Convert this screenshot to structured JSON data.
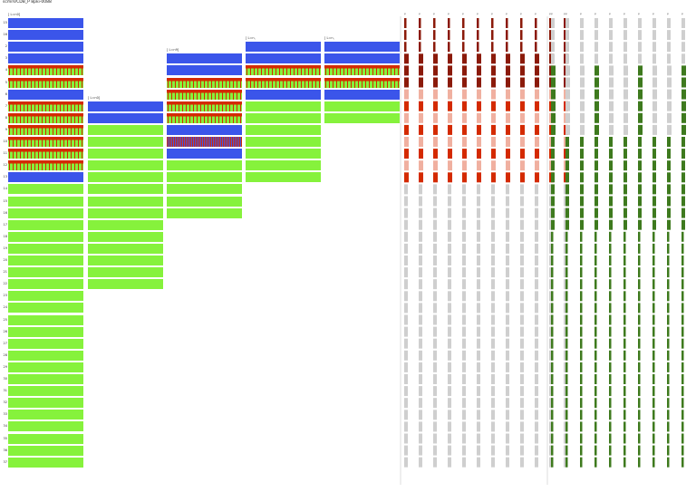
{
  "title": "scmnVCDB_P 8pki-0088",
  "colors": {
    "blue": "#3b55ea",
    "green": "#86f23c",
    "red": "#d42a00",
    "dark_red": "#8b1a0a",
    "gray": "#cfcfcf",
    "dark_green": "#3e7a1e"
  },
  "block_columns": [
    {
      "label": "[ L=n0]"
    },
    {
      "label": "[ L=n0]"
    },
    {
      "label": "[ L=n9]"
    },
    {
      "label": "[ L=n,"
    },
    {
      "label": "[ L=n,"
    }
  ],
  "row_labels": [
    "15",
    "16",
    "2",
    "3",
    "4",
    "5",
    "6",
    "7",
    "8",
    "9",
    "10",
    "11",
    "12",
    "13",
    "14",
    "15",
    "16",
    "17",
    "18",
    "19",
    "20",
    "21",
    "22",
    "23",
    "24",
    "25",
    "26",
    "27",
    "28",
    "29",
    "30",
    "31",
    "32",
    "33",
    "34",
    "35",
    "36",
    "37"
  ],
  "red_panel": {
    "header": [
      "ρ",
      "ρ",
      "ρ",
      "ρ",
      "ρ",
      "ρ",
      "ρ",
      "ρ",
      "ρ",
      "ρ",
      "ρ",
      "ρ"
    ]
  },
  "green_panel": {
    "header": [
      "ρ",
      "ρ",
      "ρ",
      "ρ",
      "ρ",
      "ρ",
      "ρ",
      "ρ",
      "ρ",
      "ρ",
      "ρ",
      "ρ"
    ]
  }
}
